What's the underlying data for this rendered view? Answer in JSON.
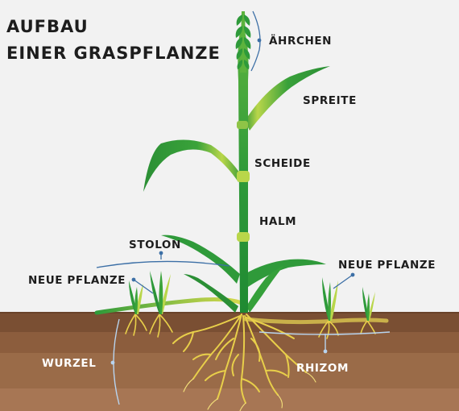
{
  "title": {
    "line1": "AUFBAU",
    "line2": "EINER GRASPFLANZE"
  },
  "labels": {
    "aehrchen": "ÄHRCHEN",
    "spreite": "SPREITE",
    "scheide": "SCHEIDE",
    "halm": "HALM",
    "stolon": "STOLON",
    "neue_pflanze_left": "NEUE PFLANZE",
    "neue_pflanze_right": "NEUE PFLANZE",
    "wurzel": "WURZEL",
    "rhizom": "RHIZOM"
  },
  "colors": {
    "background": "#f2f2f2",
    "soil_top": "#7a4f33",
    "soil_mid": "#8c5d3d",
    "soil_bottom": "#a27250",
    "plant_green": "#2e9a3a",
    "plant_light": "#c7d94a",
    "root_yellow": "#e8cf4a",
    "leader_blue": "#3c6fa6"
  }
}
